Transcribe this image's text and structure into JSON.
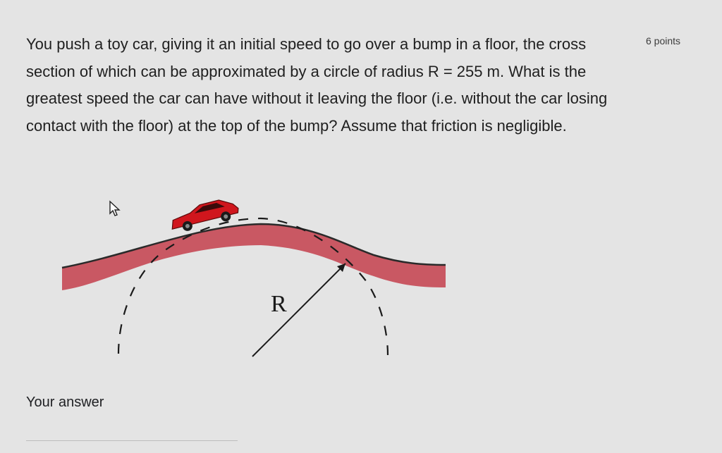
{
  "question": {
    "text": "You push a toy car, giving it an initial speed to go over a bump in a floor, the cross section of which can be approximated by a circle of radius R = 255 m. What is the greatest speed the car can have without it leaving the floor (i.e. without the car losing contact with the floor) at the top of the bump? Assume that friction is negligible.",
    "points": "6 points"
  },
  "figure": {
    "radius_label": "R",
    "floor_color": "#c7505c",
    "car_color": "#d0161d"
  },
  "answer": {
    "label": "Your answer",
    "value": ""
  }
}
